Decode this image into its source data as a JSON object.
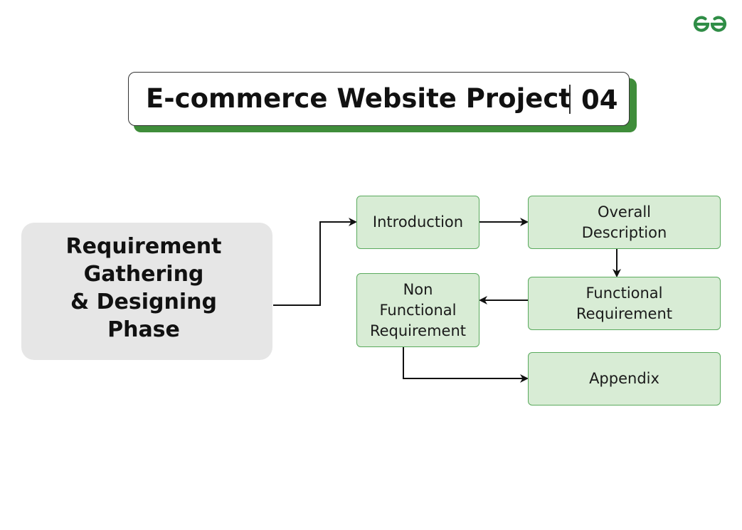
{
  "brand": {
    "logo_icon": "gfg-logo-icon",
    "color": "#2f8d46"
  },
  "header": {
    "title": "E-commerce Website Project",
    "number": "04",
    "accent_color": "#3f8d3a"
  },
  "phase": {
    "lines": [
      "Requirement",
      "Gathering",
      "& Designing",
      "Phase"
    ]
  },
  "nodes": {
    "introduction": {
      "lines": [
        "Introduction"
      ]
    },
    "overall_description": {
      "lines": [
        "Overall",
        "Description"
      ]
    },
    "functional_requirement": {
      "lines": [
        "Functional",
        "Requirement"
      ]
    },
    "non_functional_requirement": {
      "lines": [
        "Non",
        "Functional",
        "Requirement"
      ]
    },
    "appendix": {
      "lines": [
        "Appendix"
      ]
    }
  },
  "colors": {
    "node_fill": "#d8ecd5",
    "node_border": "#5aaa5d",
    "phase_fill": "#e6e6e6",
    "arrow": "#111111"
  }
}
